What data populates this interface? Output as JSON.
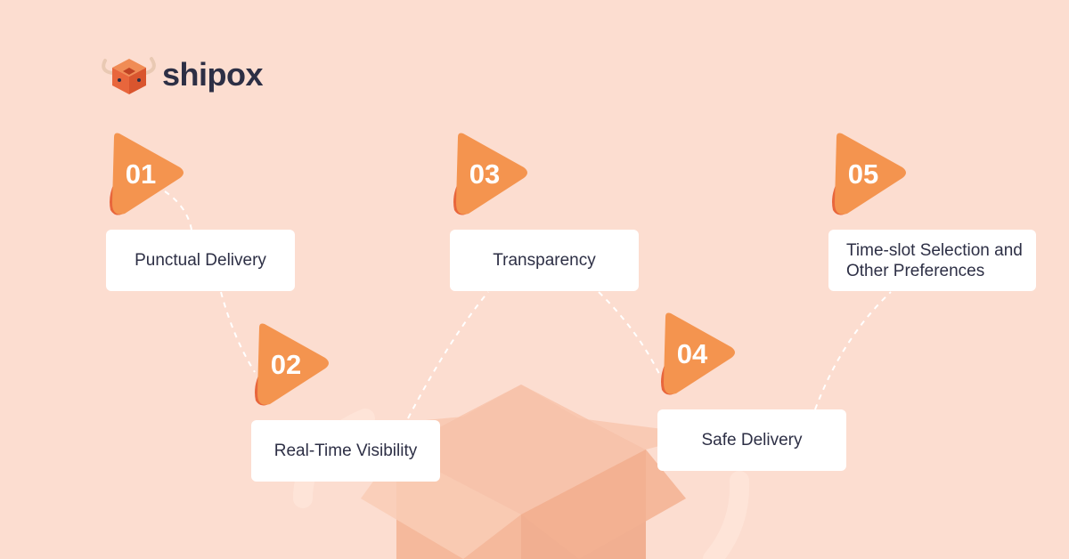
{
  "brand": {
    "name": "shipox",
    "logo_icon": "bull-head-box-icon",
    "text_color": "#2D2F45"
  },
  "colors": {
    "background": "#FCDDD0",
    "marker_primary": "#F4944F",
    "marker_shadow": "#E8663C",
    "card": "#FFFFFF",
    "connector": "#FFFFFF"
  },
  "steps": [
    {
      "number": "01",
      "label": "Punctual Delivery"
    },
    {
      "number": "02",
      "label": "Real-Time Visibility"
    },
    {
      "number": "03",
      "label": "Transparency"
    },
    {
      "number": "04",
      "label": "Safe Delivery"
    },
    {
      "number": "05",
      "label": "Time-slot Selection and Other Preferences"
    }
  ]
}
